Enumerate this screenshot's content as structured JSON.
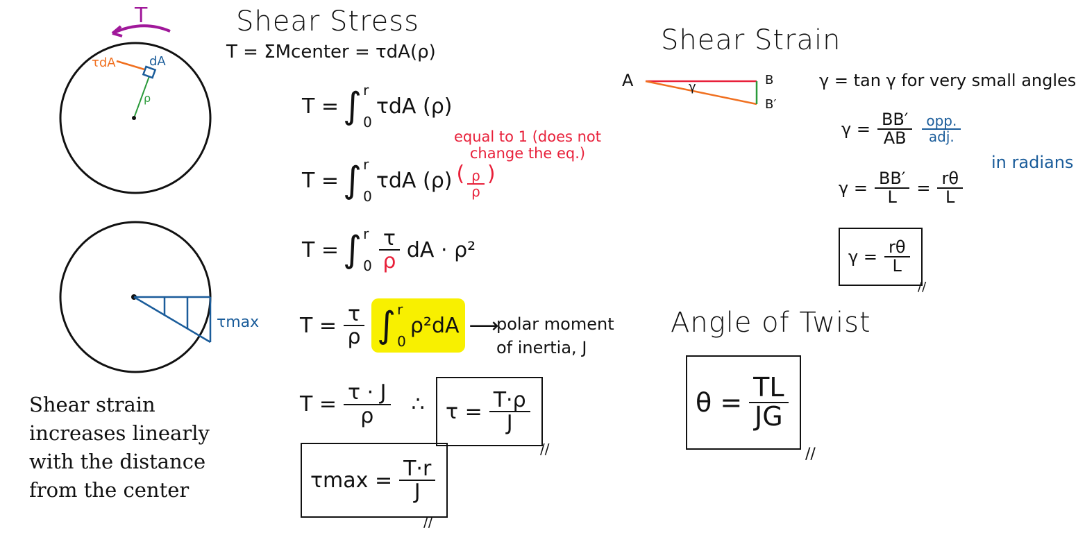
{
  "left": {
    "torque_label": "T",
    "tau_da": "τdA",
    "da": "dA",
    "rho": "ρ",
    "tau_max": "τmax",
    "caption": "Shear strain increases linearly with the distance from the center",
    "colors": {
      "torque": "#a0189a",
      "tau": "#f07020",
      "da": "#1a5c9a",
      "rho": "#2a9a3a",
      "profile": "#1a5c9a"
    }
  },
  "stress": {
    "title": "Shear Stress",
    "eq1": "T = ΣMcenter = τdA(ρ)",
    "T": "T =",
    "int_upper": "r",
    "int_lower": "0",
    "int": "∫",
    "eq2_body": "τdA (ρ)",
    "eq3_body": "τdA (ρ)",
    "eq3_red_num": "ρ",
    "eq3_red_den": "ρ",
    "red_note": "equal to 1 (does not change the eq.)",
    "eq4_num": "τ",
    "eq4_den": "ρ",
    "eq4_tail": "dA · ρ²",
    "eq5_tail": "ρ²dA",
    "arrow": "⟶",
    "polar_note": "polar moment of inertia, J",
    "eq6_num": "τ · J",
    "eq6_den": "ρ",
    "therefore": "∴",
    "box1_lhs": "τ =",
    "box1_num": "T·ρ",
    "box1_den": "J",
    "box2_lhs": "τmax =",
    "box2_num": "T·r",
    "box2_den": "J",
    "end_mark": "//"
  },
  "strain": {
    "title": "Shear Strain",
    "A": "A",
    "B": "B",
    "B_prime": "B′",
    "gamma": "γ",
    "tan_note": "γ = tan γ  for very small angles",
    "g_eq1_lhs": "γ =",
    "g_eq1_num": "BB′",
    "g_eq1_den": "AB",
    "opp": "opp.",
    "adj": "adj.",
    "g_eq2_lhs": "γ =",
    "g_eq2_num": "BB′",
    "g_eq2_den": "L",
    "eq_sign": "=",
    "g_eq2_num2": "rθ",
    "g_eq2_den2": "L",
    "radians": "in radians",
    "box_lhs": "γ =",
    "box_num": "rθ",
    "box_den": "L"
  },
  "twist": {
    "title": "Angle of Twist",
    "lhs": "θ =",
    "num": "TL",
    "den": "JG"
  }
}
